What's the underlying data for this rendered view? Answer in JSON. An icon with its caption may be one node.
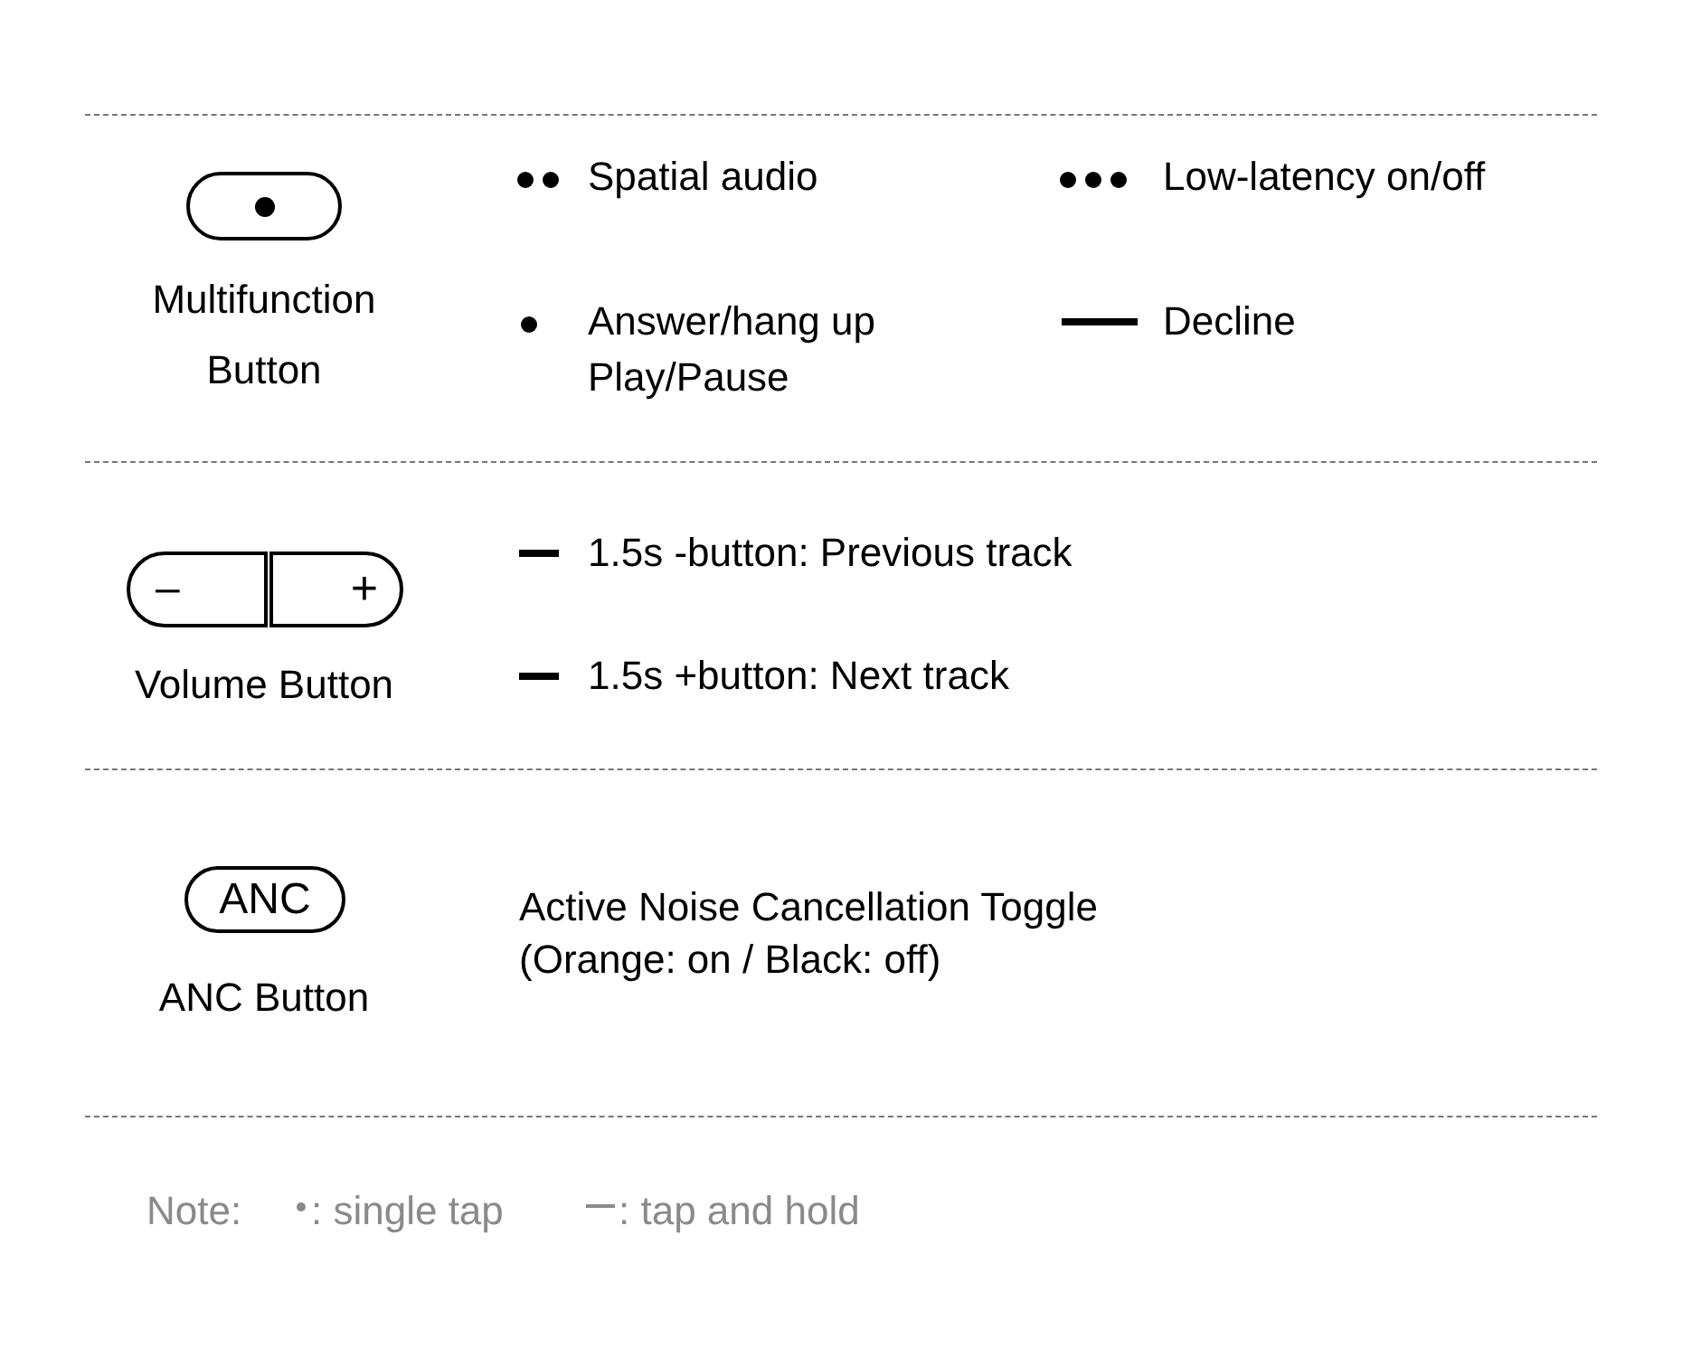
{
  "diagram": {
    "nodes": [
      {
        "text": [],
        "shape": "box",
        "beside": [
          "Multifunction Button"
        ]
      },
      {
        "text": [
          "–",
          "+"
        ],
        "beside": [
          "Volume Button"
        ]
      },
      {
        "text": [
          "ANC"
        ],
        "beside": [
          "ANC Button"
        ]
      }
    ],
    "labels": [
      "Spatial audio",
      "Low-latency on/off",
      "Answer/hang up",
      "Play/Pause",
      "Decline",
      "1.5s -button: Previous track",
      "1.5s +button: Next track",
      "Active Noise Cancellation Toggle",
      "(Orange: on / Black: off)",
      "Note:",
      ": single tap",
      ": tap and hold"
    ]
  }
}
